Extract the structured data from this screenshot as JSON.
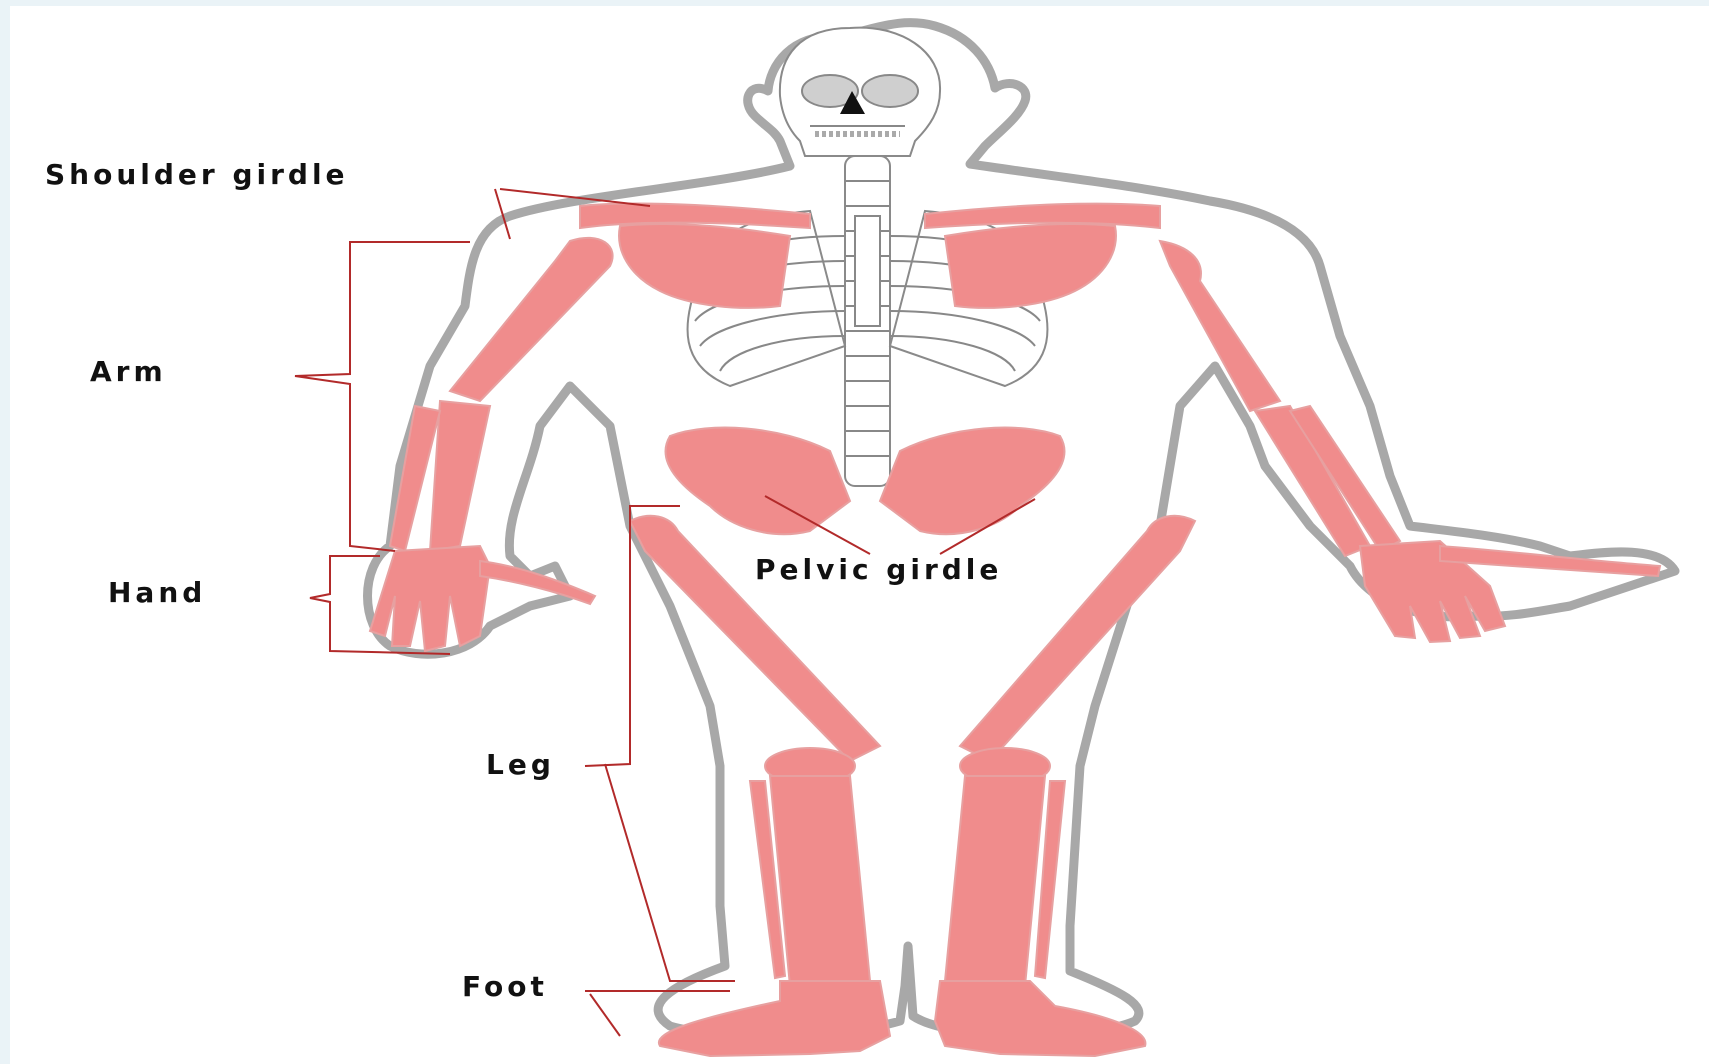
{
  "labels": {
    "shoulder_girdle": "Shoulder girdle",
    "arm": "Arm",
    "hand": "Hand",
    "pelvic_girdle": "Pelvic girdle",
    "leg": "Leg",
    "foot": "Foot"
  },
  "colors": {
    "appendicular_bone": "#f08c8c",
    "axial_bone": "#ffffff",
    "leader_line": "#b22a2a",
    "body_outline": "#a8a8a8",
    "page_background": "#eaf3f7"
  }
}
